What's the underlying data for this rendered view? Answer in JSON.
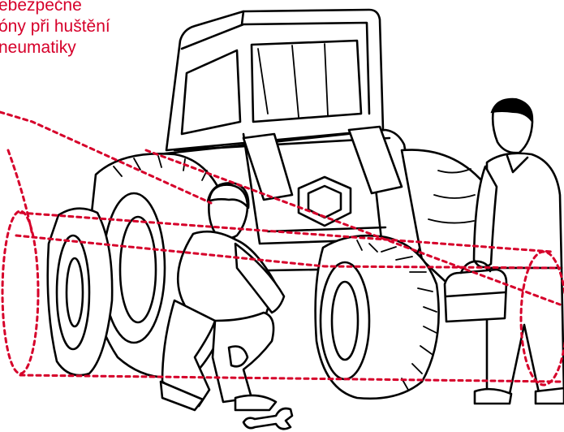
{
  "caption": {
    "lines": [
      "ebezpečné",
      "óny při huštění",
      "neumatiky"
    ],
    "color": "#d6002a"
  },
  "colors": {
    "line_art": "#000000",
    "danger_zone": "#d6002a",
    "background": "#ffffff"
  },
  "illustration": {
    "objects": [
      "tractor",
      "kneeling-mechanic",
      "standing-worker",
      "detached-tire",
      "spare-tire",
      "wrench",
      "toolbox"
    ]
  }
}
